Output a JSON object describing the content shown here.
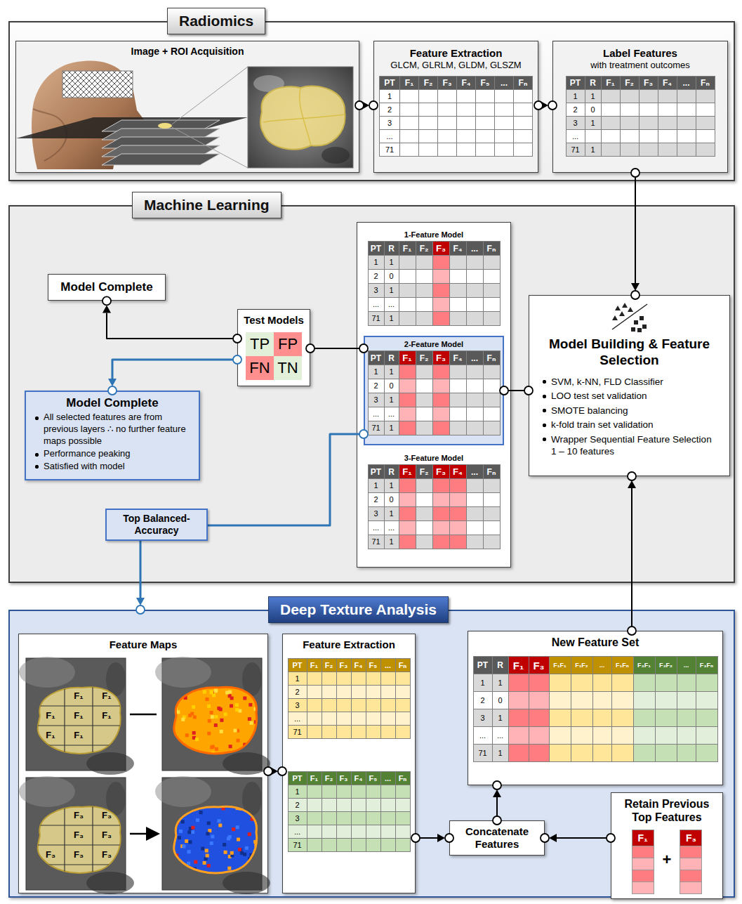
{
  "diagram": {
    "nodes": [
      {
        "text": [
          "Radiomics"
        ]
      },
      {
        "text": [
          "Image + ROI Acquisition"
        ],
        "in": 0
      },
      {
        "text": [
          "Feature Extraction",
          "GLCM, GLRLM, GLDM, GLSZM"
        ],
        "in": 0
      },
      {
        "text": [
          "Label Features",
          "with treatment outcomes"
        ],
        "in": 0
      },
      {
        "text": [
          "Machine Learning"
        ]
      },
      {
        "text": [
          "Model Complete"
        ],
        "in": 4
      },
      {
        "text": [
          "Test Models"
        ],
        "in": 4
      },
      {
        "text": [
          "1-Feature Model"
        ],
        "in": 4
      },
      {
        "text": [
          "2-Feature Model"
        ],
        "in": 4
      },
      {
        "text": [
          "3-Feature Model"
        ],
        "in": 4
      },
      {
        "text": [
          "Model Building & Feature Selection",
          "SVM, k-NN, FLD Classifier",
          "LOO test set validation",
          "SMOTE balancing",
          "k-fold train set validation",
          "Wrapper Sequential Feature Selection 1 – 10 features"
        ],
        "in": 4
      },
      {
        "text": [
          "Model Complete",
          "All selected features are from previous layers ∴ no further feature maps possible",
          "Performance peaking",
          "Satisfied with model"
        ],
        "in": 4
      },
      {
        "text": [
          "Deep Texture Analysis"
        ]
      },
      {
        "text": [
          "Feature Maps"
        ],
        "in": 12
      },
      {
        "text": [
          "Feature Extraction"
        ],
        "in": 12
      },
      {
        "text": [
          "New Feature Set"
        ],
        "in": 12
      },
      {
        "text": [
          "Retain Previous Top Features"
        ],
        "in": 12
      },
      {
        "text": [
          "Concatenate Features"
        ],
        "in": 12
      }
    ],
    "edges": [
      {
        "from": 1,
        "to": 2,
        "arrow": "to"
      },
      {
        "from": 2,
        "to": 3,
        "arrow": "to"
      },
      {
        "from": 3,
        "to": 10,
        "arrow": "to"
      },
      {
        "from": 6,
        "to": 5,
        "arrow": "to"
      },
      {
        "from": 6,
        "to": 11,
        "arrow": "to"
      },
      {
        "from": 8,
        "to": 6,
        "arrow": "none"
      },
      {
        "from": 8,
        "to": 10,
        "arrow": "none"
      },
      {
        "from": 8,
        "to": 12,
        "arrow": "to",
        "label": "Top Balanced-Accuracy"
      },
      {
        "from": 13,
        "to": 14,
        "arrow": "to"
      },
      {
        "from": 14,
        "to": 17,
        "arrow": "to"
      },
      {
        "from": 16,
        "to": 17,
        "arrow": "to"
      },
      {
        "from": 17,
        "to": 15,
        "arrow": "to"
      },
      {
        "from": 15,
        "to": 10,
        "arrow": "to"
      }
    ],
    "labels": [
      "PT",
      "F₁",
      "F₂",
      "F₃",
      "F₄",
      "F₅",
      "...",
      "Fₙ",
      "1",
      "2",
      "3",
      "...",
      "71",
      "PT",
      "R",
      "F₁",
      "F₂",
      "F₃",
      "F₄",
      "...",
      "Fₙ",
      "1",
      "1",
      "2",
      "0",
      "3",
      "1",
      "...",
      "71",
      "1",
      "TP",
      "FP",
      "FN",
      "TN",
      "PT",
      "R",
      "F₁",
      "F₂",
      "F₃",
      "F₄",
      "...",
      "Fₙ",
      "1",
      "1",
      "2",
      "0",
      "3",
      "1",
      "...",
      "...",
      "71",
      "1",
      "PT",
      "R",
      "F₁",
      "F₂",
      "F₃",
      "F₄",
      "...",
      "Fₙ",
      "1",
      "1",
      "2",
      "0",
      "3",
      "1",
      "...",
      "...",
      "71",
      "1",
      "PT",
      "R",
      "F₁",
      "F₂",
      "F₃",
      "F₄",
      "...",
      "Fₙ",
      "1",
      "1",
      "2",
      "0",
      "3",
      "1",
      "...",
      "...",
      "71",
      "1",
      "F₁",
      "F₁",
      "F₁",
      "F₁",
      "F₁",
      "F₁",
      "F₁",
      "F₃",
      "F₃",
      "F₃",
      "F₃",
      "F₃",
      "F₃",
      "F₃",
      "PT",
      "F₁",
      "F₂",
      "F₃",
      "F₄",
      "F₅",
      "...",
      "Fₙ",
      "1",
      "2",
      "3",
      "...",
      "71",
      "PT",
      "F₁",
      "F₂",
      "F₃",
      "F₄",
      "F₅",
      "...",
      "Fₙ",
      "1",
      "2",
      "3",
      "...",
      "71",
      "PT",
      "R",
      "F₁",
      "F₃",
      "F₁F₁",
      "F₁F₂",
      "...",
      "F₁Fₙ",
      "F₃F₁",
      "F₃F₂",
      "...",
      "F₃Fₙ",
      "1",
      "1",
      "2",
      "0",
      "3",
      "1",
      "...",
      "...",
      "71",
      "1",
      "F₁",
      "+",
      "F₃"
    ]
  }
}
